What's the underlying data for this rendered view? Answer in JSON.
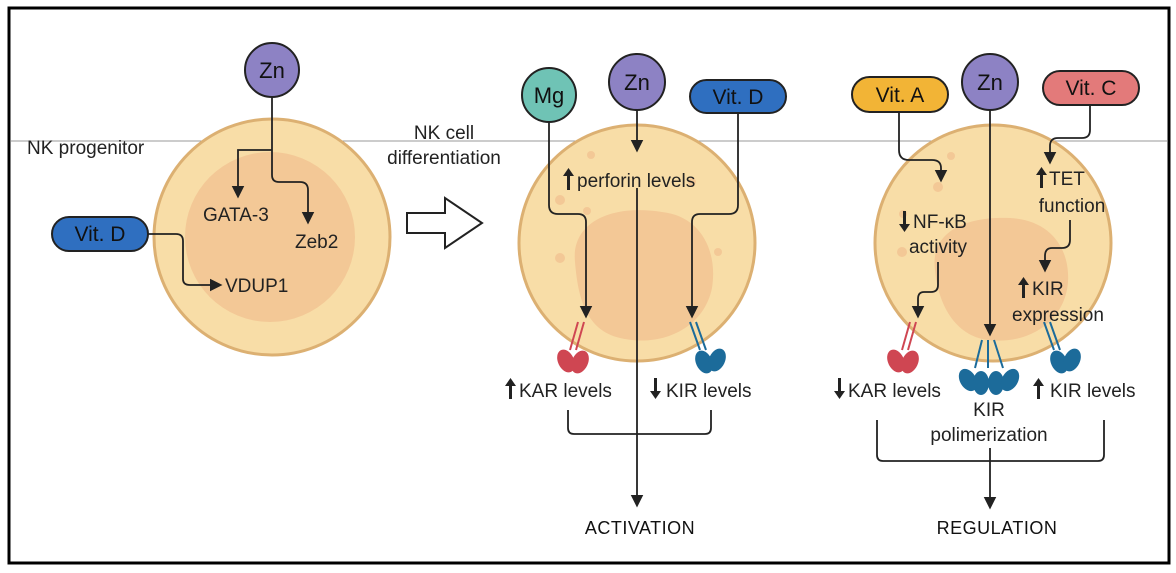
{
  "colors": {
    "frame": "#000000",
    "cell_outer": "#f8dda7",
    "cell_inner": "#f3c896",
    "zn": "#8d82c4",
    "mg": "#6fc3b5",
    "vit_d": "#2f6fc0",
    "vit_a": "#f2b436",
    "vit_c": "#e37a7a",
    "kar_receptor": "#cf4652",
    "kir_receptor": "#1c6b9a"
  },
  "panel1": {
    "title": "NK progenitor",
    "zn": "Zn",
    "vit_d": "Vit. D",
    "gata3": "GATA-3",
    "zeb2": "Zeb2",
    "vdup1": "VDUP1"
  },
  "transition": {
    "line1": "NK cell",
    "line2": "differentiation"
  },
  "panel2": {
    "mg": "Mg",
    "zn": "Zn",
    "vit_d": "Vit. D",
    "perforin": "perforin levels",
    "kar": "KAR levels",
    "kir": "KIR levels",
    "outcome": "ACTIVATION"
  },
  "panel3": {
    "vit_a": "Vit. A",
    "zn": "Zn",
    "vit_c": "Vit. C",
    "nfkb1": "NF-κB",
    "nfkb2": "activity",
    "tet1": "TET",
    "tet2": "function",
    "kir_exp1": "KIR",
    "kir_exp2": "expression",
    "kar": "KAR levels",
    "kir_poly1": "KIR",
    "kir_poly2": "polimerization",
    "kir": "KIR levels",
    "outcome": "REGULATION"
  }
}
